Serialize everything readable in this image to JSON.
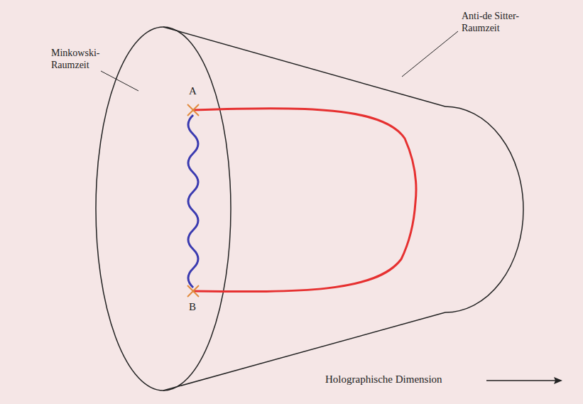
{
  "diagram": {
    "labels": [
      "Minkowski- Raumzeit",
      "Anti-de Sitter- Raumzeit",
      "A",
      "B",
      "Holographische Dimension"
    ]
  }
}
